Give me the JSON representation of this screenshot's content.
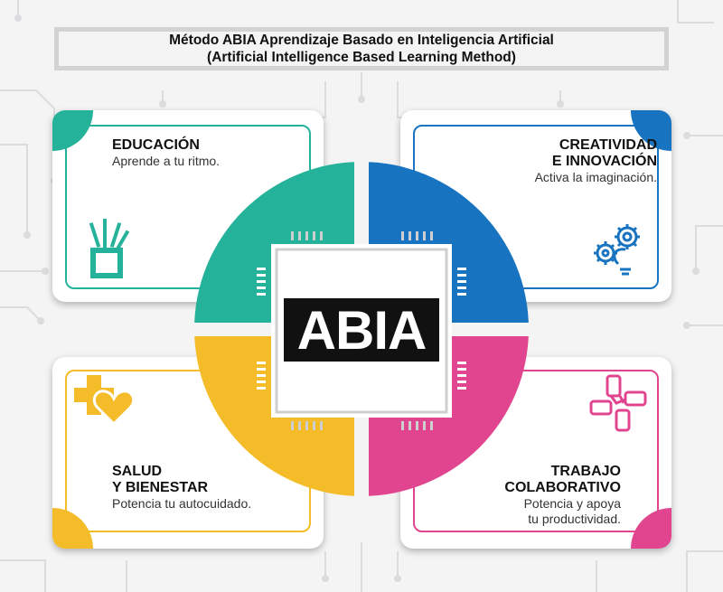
{
  "title": {
    "line1": "Método ABIA Aprendizaje Basado en Inteligencia Artificial",
    "line2": "(Artificial Intelligence Based Learning Method)"
  },
  "center": {
    "label": "ABIA"
  },
  "colors": {
    "teal": "#25b29a",
    "blue": "#1874c0",
    "yellow": "#f5bc2a",
    "pink": "#e2458f",
    "dark": "#111111"
  },
  "quadrants": {
    "top_left": {
      "title": "EDUCACIÓN",
      "desc": "Aprende a tu ritmo.",
      "icon": "pencil-cup-icon"
    },
    "top_right": {
      "title_line1": "CREATIVIDAD",
      "title_line2": "E INNOVACIÓN",
      "desc": "Activa la imaginación.",
      "icon": "lightbulb-gears-icon"
    },
    "bottom_left": {
      "title_line1": "SALUD",
      "title_line2": "Y BIENESTAR",
      "desc": "Potencia tu autocuidado.",
      "icon": "cross-heart-icon"
    },
    "bottom_right": {
      "title_line1": "TRABAJO",
      "title_line2": "COLABORATIVO",
      "desc_line1": "Potencia y apoya",
      "desc_line2": "tu productividad.",
      "icon": "joined-hands-icon"
    }
  }
}
